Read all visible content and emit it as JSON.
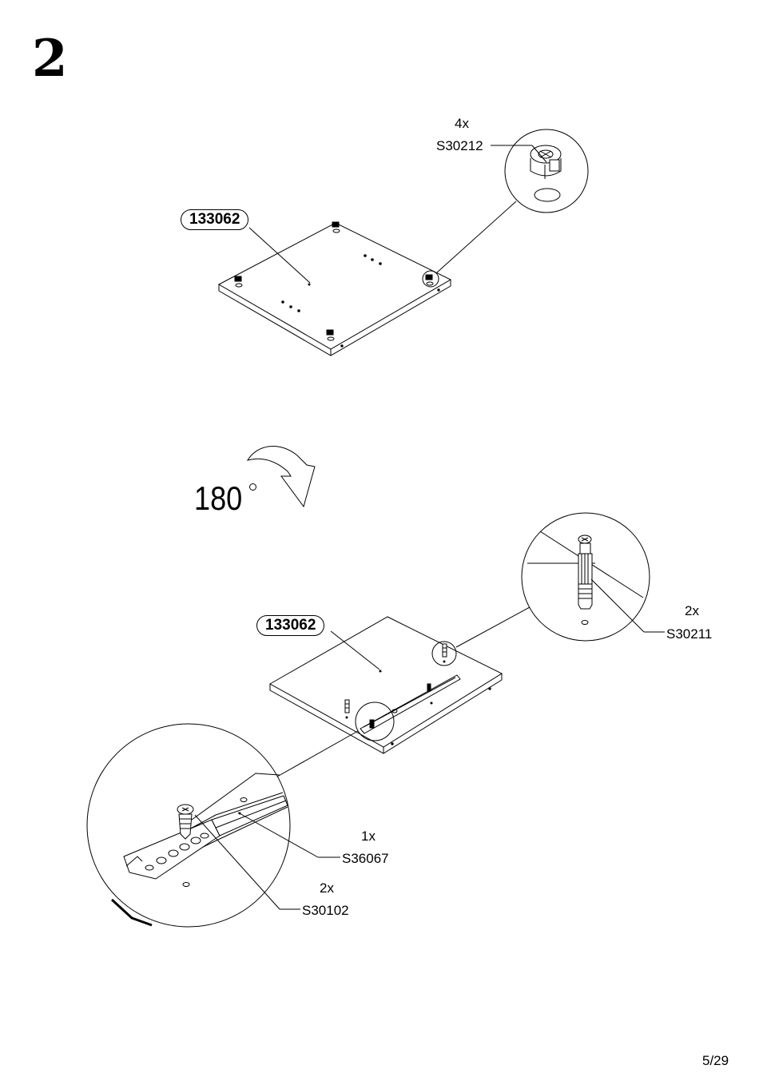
{
  "step": {
    "number": "2"
  },
  "top": {
    "panel_id": "133062",
    "fitting": {
      "qty": "4x",
      "code": "S30212",
      "icon": "cam-lock-fitting-icon"
    }
  },
  "rotation": {
    "angle": "180",
    "icon": "rotate-arrow-icon"
  },
  "bottom": {
    "panel_id": "133062",
    "dowel": {
      "qty": "2x",
      "code": "S30211",
      "icon": "dowel-fitting-icon"
    },
    "rail": {
      "qty": "1x",
      "code": "S36067",
      "icon": "drawer-rail-icon"
    },
    "screw": {
      "qty": "2x",
      "code": "S30102",
      "icon": "screw-icon"
    }
  },
  "page": {
    "number": "5/29"
  }
}
